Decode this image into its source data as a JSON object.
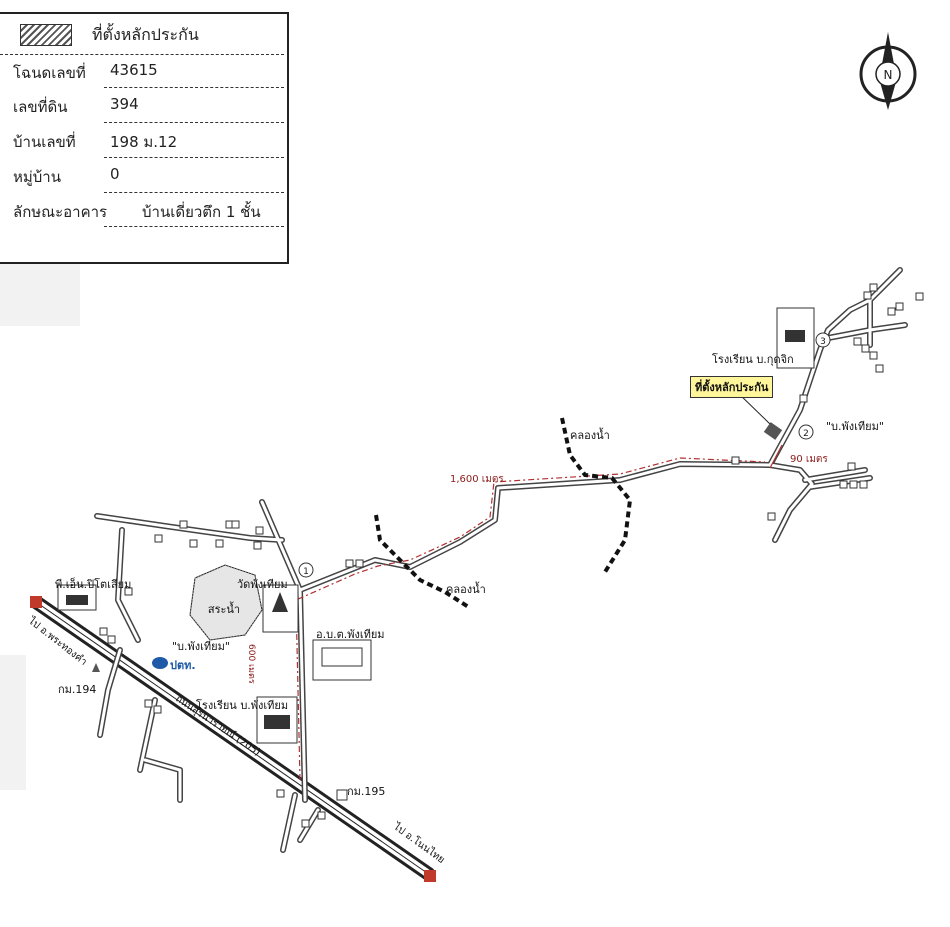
{
  "info": {
    "legend_label": "ที่ตั้งหลักประกัน",
    "rows": [
      {
        "label": "โฉนดเลขที่",
        "value": "43615"
      },
      {
        "label": "เลขที่ดิน",
        "value": "394"
      },
      {
        "label": "บ้านเลขที่",
        "value": "198 ม.12"
      },
      {
        "label": "หมู่บ้าน",
        "value": "0"
      },
      {
        "label": "ลักษณะอาคาร",
        "value": "บ้านเดี่ยวตึก 1 ชั้น"
      }
    ]
  },
  "compass": {
    "letter": "N"
  },
  "labels": {
    "school_north": "โรงเรียน บ.กุดจิก",
    "collateral_callout": "ที่ตั้งหลักประกัน",
    "village_east": "\"บ.พังเทียม\"",
    "dist_90": "90 เมตร",
    "dist_1600": "1,600 เมตร",
    "canal_1": "คลองน้ำ",
    "canal_2": "คลองน้ำ",
    "temple": "วัดพังเทียม",
    "pond": "สระน้ำ",
    "district_office": "อ.บ.ต.พังเทียม",
    "gas_station": "พี.เอ็น.ปิโตเลียม",
    "village_west": "\"บ.พังเทียม\"",
    "ptt": "ปตท.",
    "dist_600": "600 เมตร",
    "school_south": "โรงเรียน บ.พังเทียม",
    "km194": "กม.194",
    "km195": "กม.195",
    "to_west": "ไป อ.พระทองคำ",
    "to_east": "ไป อ.โนนไทย",
    "highway": "ถนนสุรนารายณ์ (205)",
    "marker_1": "1",
    "marker_2": "2",
    "marker_3": "3"
  }
}
